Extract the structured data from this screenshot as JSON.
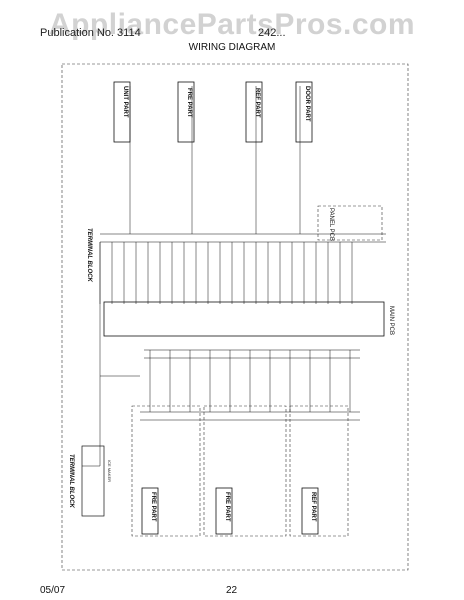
{
  "watermark": "AppliancePartsPros.com",
  "header": {
    "left": "Publication No. 3114",
    "right": "242..."
  },
  "title": "WIRING DIAGRAM",
  "diagram": {
    "labels": {
      "unit_part": "UNIT PART",
      "fre_part_top": "FRE PART",
      "ref_part_top": "REF PART",
      "door_part": "DOOR PART",
      "panel_pcb": "PANEL PCB",
      "terminal_block_top": "TERMINAL BLOCK",
      "main_pcb": "MAIN PCB",
      "fre_part_bottom": "FRE PART",
      "fre_part_mid": "FRE PART",
      "ref_part_bottom": "REF PART",
      "terminal_block_left": "TERMINAL BLOCK",
      "ice_maker": "ICE MAKER"
    }
  },
  "footer": {
    "date": "05/07",
    "page": "22"
  }
}
